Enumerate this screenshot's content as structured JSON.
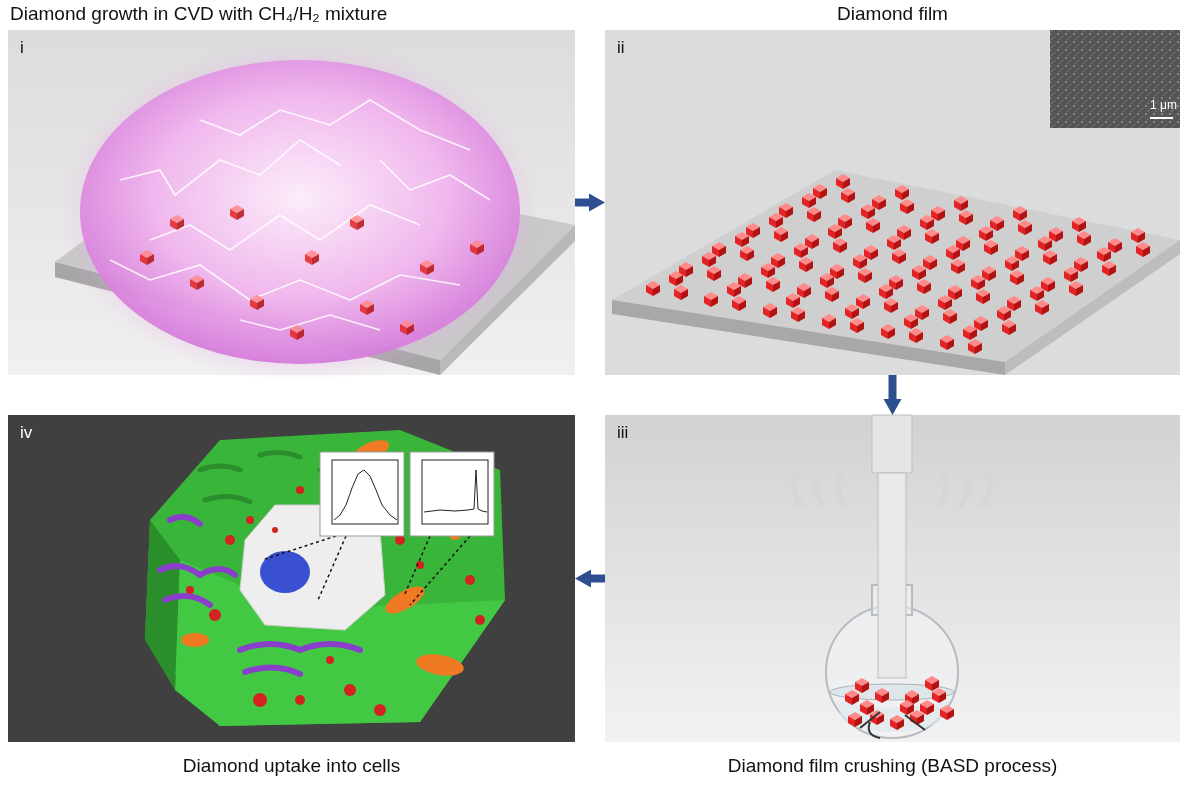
{
  "diagram": {
    "nodes": [
      {
        "text": [
          "Diamond growth in CVD with CH₄/H₂ mixture",
          "i"
        ]
      },
      {
        "text": [
          "Diamond film",
          "ii"
        ]
      },
      {
        "text": [
          "Diamond film crushing (BASD process)",
          "iii"
        ]
      },
      {
        "text": [
          "Diamond uptake into cells",
          "iv"
        ]
      }
    ],
    "edges": [
      {
        "from": 0,
        "to": 1,
        "arrow": "to"
      },
      {
        "from": 1,
        "to": 2,
        "arrow": "to"
      },
      {
        "from": 2,
        "to": 3,
        "arrow": "to"
      }
    ],
    "labels": [
      "1 μm"
    ]
  }
}
